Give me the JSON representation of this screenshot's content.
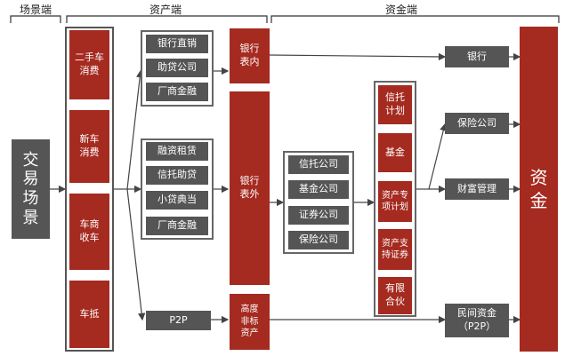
{
  "sections": {
    "scene": "场景端",
    "asset": "资产端",
    "fund": "资金端"
  },
  "transaction_scene": "交\n易\n场\n景",
  "consumption_scenes": [
    "二手车\n消费",
    "新车\n消费",
    "车商\n收车",
    "车抵"
  ],
  "asset_groups": {
    "group1": [
      "银行直销",
      "助贷公司",
      "厂商金融"
    ],
    "group2": [
      "融资租赁",
      "信托助贷",
      "小贷典当",
      "厂商金融"
    ],
    "p2p": "P2P"
  },
  "channels": {
    "bank_internal": "银行\n表内",
    "bank_external": "银行\n表外",
    "nonstandard": "高度\n非标\n资产"
  },
  "institutions": [
    "信托公司",
    "基金公司",
    "证券公司",
    "保险公司"
  ],
  "products": [
    "信托\n计划",
    "基金",
    "资产专\n项计划",
    "资产支\n持证券",
    "有限\n合伙"
  ],
  "fund_sources": [
    "银行",
    "保险公司",
    "财富管理",
    "民间资金\n（P2P）"
  ],
  "funds": "资\n金",
  "colors": {
    "red": "#a52a1f",
    "gray": "#555555"
  }
}
